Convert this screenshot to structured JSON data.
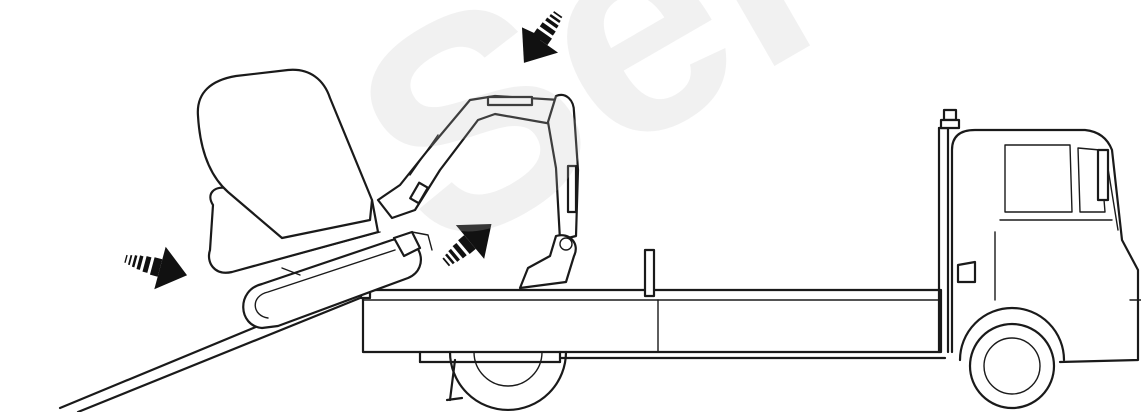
{
  "watermark": {
    "text": "Service"
  },
  "colors": {
    "line": "#1a1a1a",
    "arrow": "#111111",
    "background": "#ffffff",
    "watermark": "#bebebe"
  },
  "figure": {
    "subjects": [
      "excavator",
      "ramp",
      "truck"
    ],
    "arrows": [
      "arm-up-arrow",
      "bucket-down-arrow",
      "travel-forward-arrow"
    ]
  }
}
